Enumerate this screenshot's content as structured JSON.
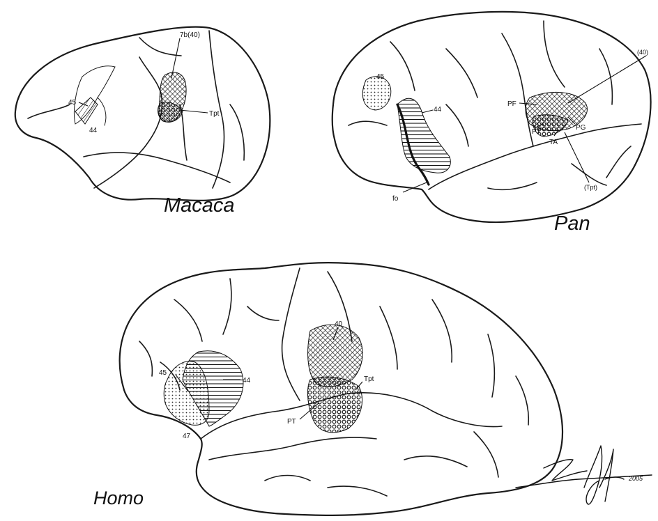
{
  "species": {
    "macaca": {
      "name": "Macaca",
      "areas": [
        "7b(40)",
        "45",
        "Tpt",
        "44"
      ]
    },
    "pan": {
      "name": "Pan",
      "areas": [
        "(40)",
        "45",
        "44",
        "PF",
        "PT",
        "PG",
        "TA",
        "(Tpt)",
        "fo"
      ]
    },
    "homo": {
      "name": "Homo",
      "areas": [
        "40",
        "45",
        "44",
        "Tpt",
        "PT",
        "47"
      ]
    }
  },
  "signature": {
    "year": "2005"
  }
}
